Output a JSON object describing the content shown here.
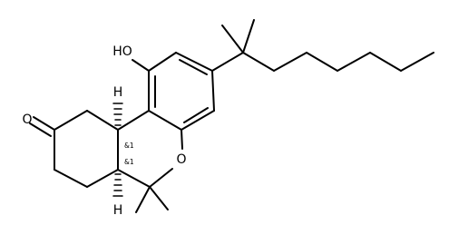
{
  "diagram": {
    "type": "skeletal-formula",
    "colors": {
      "bond": "#000000",
      "background": "#ffffff"
    },
    "atom_labels": {
      "hydroxyl": "HO",
      "ketone_oxygen": "O",
      "ring_oxygen": "O",
      "hydrogen_top": "H",
      "hydrogen_bottom": "H"
    },
    "stereo_labels": {
      "upper_center": "&1",
      "lower_center": "&1"
    }
  }
}
